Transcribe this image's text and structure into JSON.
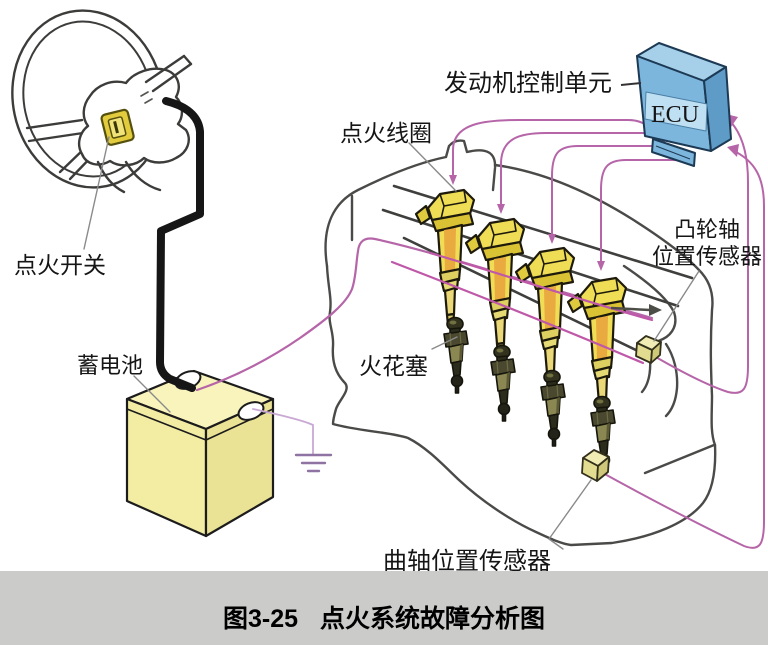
{
  "figure": {
    "labels": {
      "ignition_switch": "点火开关",
      "battery": "蓄电池",
      "ignition_coil": "点火线圈",
      "spark_plug": "火花塞",
      "engine_control_unit": "发动机控制单元",
      "ecu": "ECU",
      "camshaft_sensor_line1": "凸轮轴",
      "camshaft_sensor_line2": "位置传感器",
      "crankshaft_sensor": "曲轴位置传感器"
    },
    "caption": {
      "number": "图3-25",
      "title": "点火系统故障分析图"
    },
    "colors": {
      "background": "#ffffff",
      "caption_band": "#cbcbca",
      "component_yellow": "#eedd55",
      "battery_yellow": "#f3eda4",
      "ecu_blue": "#7db6dd",
      "wire_purple": "#b565a8",
      "cable_black": "#161616",
      "outline": "#4a4a48"
    }
  }
}
